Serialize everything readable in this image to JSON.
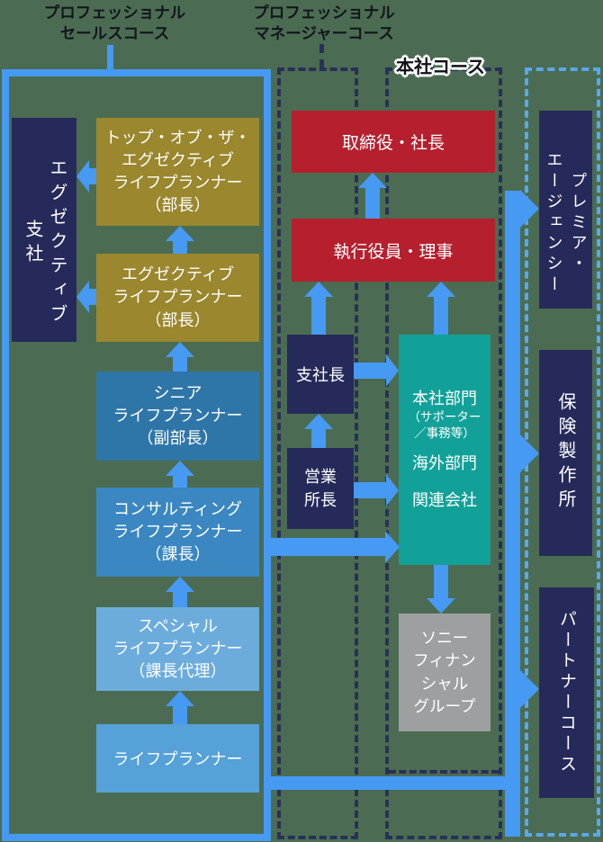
{
  "title_labels": {
    "sales": "プロフェッショナル\nセールスコース",
    "manager": "プロフェッショナル\nマネージャーコース",
    "honsha": "本社コース"
  },
  "boxes": {
    "exec_branch": "エグゼクティブ\n支社",
    "top_exec_lp": "トップ・オブ・ザ・\nエグゼクティブ\nライフプランナー\n（部長）",
    "exec_lp": "エグゼクティブ\nライフプランナー\n（部長）",
    "senior_lp": "シニア\nライフプランナー\n（副部長）",
    "consulting_lp": "コンサルティング\nライフプランナー\n（課長）",
    "special_lp": "スペシャル\nライフプランナー\n（課長代理）",
    "lifeplanner": "ライフプランナー",
    "president": "取締役・社長",
    "exec_officer": "執行役員・理事",
    "branch_manager": "支社長",
    "sales_office_manager": "営業\n所長",
    "head_office_dept": "本社部門",
    "head_office_sub1": "（サポーター",
    "head_office_sub2": "／事務等）",
    "overseas_dept": "海外部門",
    "affiliated_companies": "関連会社",
    "sony_financial_group": "ソニー\nフィナン\nシャル\nグループ",
    "premier_agency": "プレミア・\nエージェンシー",
    "hoken_seisakusho": "保険製作所",
    "partner_course": "パートナーコース"
  },
  "colors": {
    "background": "#4b6c52",
    "arrow_blue": "#469af3",
    "navy_box": "#262a5a",
    "gold_box": "#9a872e",
    "red_box": "#b6202e",
    "teal_box": "#12a198",
    "gray_box": "#9e9fa1",
    "senior_blue": "#2f76a8",
    "consulting_blue": "#3a87c2",
    "special_blue": "#6cacdc",
    "lifeplanner_blue": "#55a1d8",
    "dashed_navy": "#293058",
    "dashed_light_blue": "#58a8ec",
    "label_text": "#15151f"
  },
  "edges": [
    "ライフプランナー → スペシャルライフプランナー（課長代理）",
    "スペシャルライフプランナー（課長代理） → コンサルティングライフプランナー（課長）",
    "コンサルティングライフプランナー（課長） → シニアライフプランナー（副部長）",
    "シニアライフプランナー（副部長） → エグゼクティブライフプランナー（部長）",
    "エグゼクティブライフプランナー（部長） → トップ・オブ・ザ・エグゼクティブライフプランナー（部長）",
    "トップ・オブ・ザ・エグゼクティブライフプランナー（部長） → エグゼクティブ支社",
    "エグゼクティブライフプランナー（部長） → エグゼクティブ支社",
    "営業所長 → 支社長",
    "支社長 → 執行役員・理事",
    "本社部門 → 執行役員・理事",
    "執行役員・理事 → 取締役・社長",
    "支社長 → 本社部門",
    "営業所長 → 本社部門",
    "セールスコース → 本社部門",
    "本社部門 → ソニーフィナンシャルグループ",
    "セールスコース → プレミア・エージェンシー",
    "セールスコース → 保険製作所",
    "セールスコース → パートナーコース"
  ]
}
